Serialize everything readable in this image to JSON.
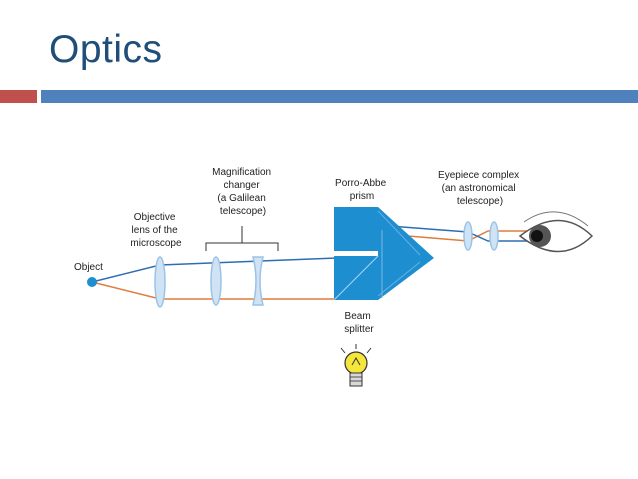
{
  "slide": {
    "title": "Optics"
  },
  "colors": {
    "title": "#1f4e79",
    "accent_red": "#c0504d",
    "accent_blue": "#4f81bd",
    "ray_blue": "#2e6db4",
    "ray_orange": "#e07b39",
    "lens": "#9cc3e6",
    "prism": "#1d8fd1"
  },
  "diagram": {
    "labels": {
      "object": "Object",
      "objective": [
        "Objective",
        "lens of the",
        "microscope"
      ],
      "magnification": [
        "Magnification",
        "changer",
        "(a Galilean",
        "telescope)"
      ],
      "prism": [
        "Porro-Abbe",
        "prism"
      ],
      "eyepiece": [
        "Eyepiece complex",
        "(an astronomical",
        "telescope)"
      ],
      "splitter": [
        "Beam",
        "splitter"
      ]
    },
    "icons": [
      "eye-icon",
      "light-bulb-icon"
    ]
  }
}
